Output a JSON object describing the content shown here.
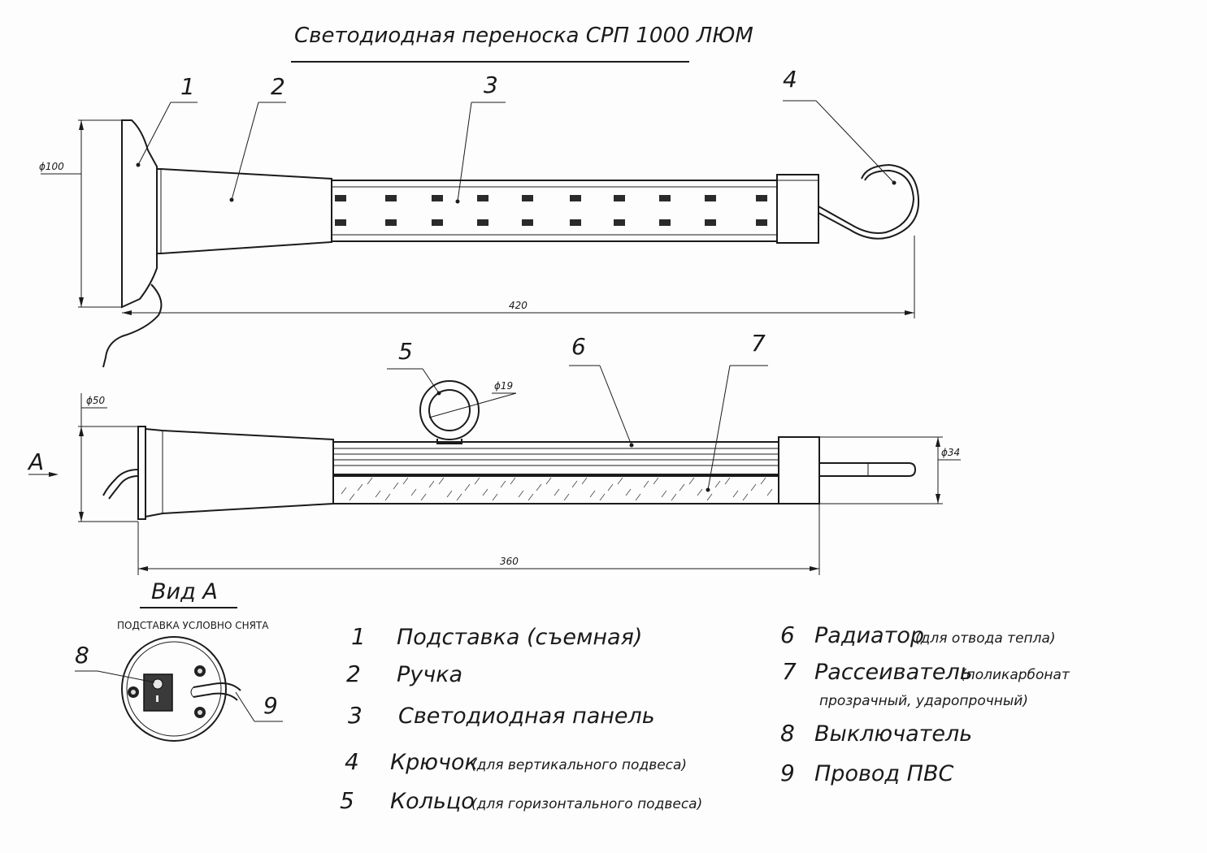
{
  "title": "Светодиодная переноска   СРП 1000 ЛЮМ",
  "callouts": {
    "c1": "1",
    "c2": "2",
    "c3": "3",
    "c4": "4",
    "c5": "5",
    "c6": "6",
    "c7": "7",
    "c8": "8",
    "c9": "9"
  },
  "dimensions": {
    "d100": "ϕ100",
    "d420": "420",
    "d50": "ϕ50",
    "d19": "ϕ19",
    "d34": "ϕ34",
    "d360": "360"
  },
  "view_arrow": "A",
  "view_a": {
    "title": "Вид  А",
    "note": "ПОДСТАВКА УСЛОВНО СНЯТА"
  },
  "legend": [
    {
      "num": "1",
      "name": "Подставка (съемная)",
      "note": ""
    },
    {
      "num": "2",
      "name": "Ручка",
      "note": ""
    },
    {
      "num": "3",
      "name": "Светодиодная  панель",
      "note": ""
    },
    {
      "num": "4",
      "name": "Крючок",
      "note": "(для вертикального подвеса)"
    },
    {
      "num": "5",
      "name": "Кольцо",
      "note": "(для горизонтального подвеса)"
    },
    {
      "num": "6",
      "name": "Радиатор",
      "note": "(для отвода тепла)"
    },
    {
      "num": "7",
      "name": "Рассеиватель",
      "note": "(поликарбонат"
    },
    {
      "num": "",
      "name": "",
      "note": "прозрачный, ударопрочный)"
    },
    {
      "num": "8",
      "name": "Выключатель",
      "note": ""
    },
    {
      "num": "9",
      "name": "Провод  ПВС",
      "note": ""
    }
  ]
}
